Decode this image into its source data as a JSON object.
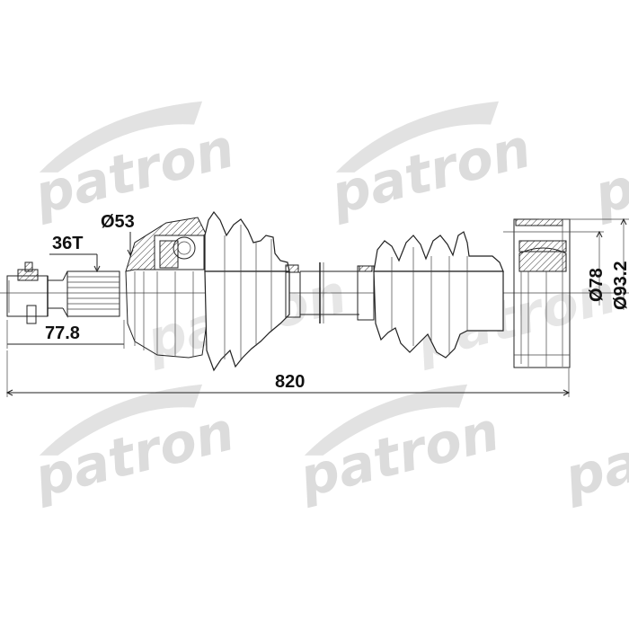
{
  "brand": {
    "watermark_text": "patron",
    "watermark_color": "#dcdcdc"
  },
  "drawing": {
    "subject": "CV drive shaft (axle) technical drawing",
    "line_color": "#222222",
    "text_color": "#111111"
  },
  "dimensions": {
    "spline_teeth": "36T",
    "outer_joint_diameter": "Ø53",
    "spline_length": "77.8",
    "overall_length": "820",
    "inner_joint_diameter_1": "Ø78",
    "inner_joint_diameter_2": "Ø93.2"
  }
}
